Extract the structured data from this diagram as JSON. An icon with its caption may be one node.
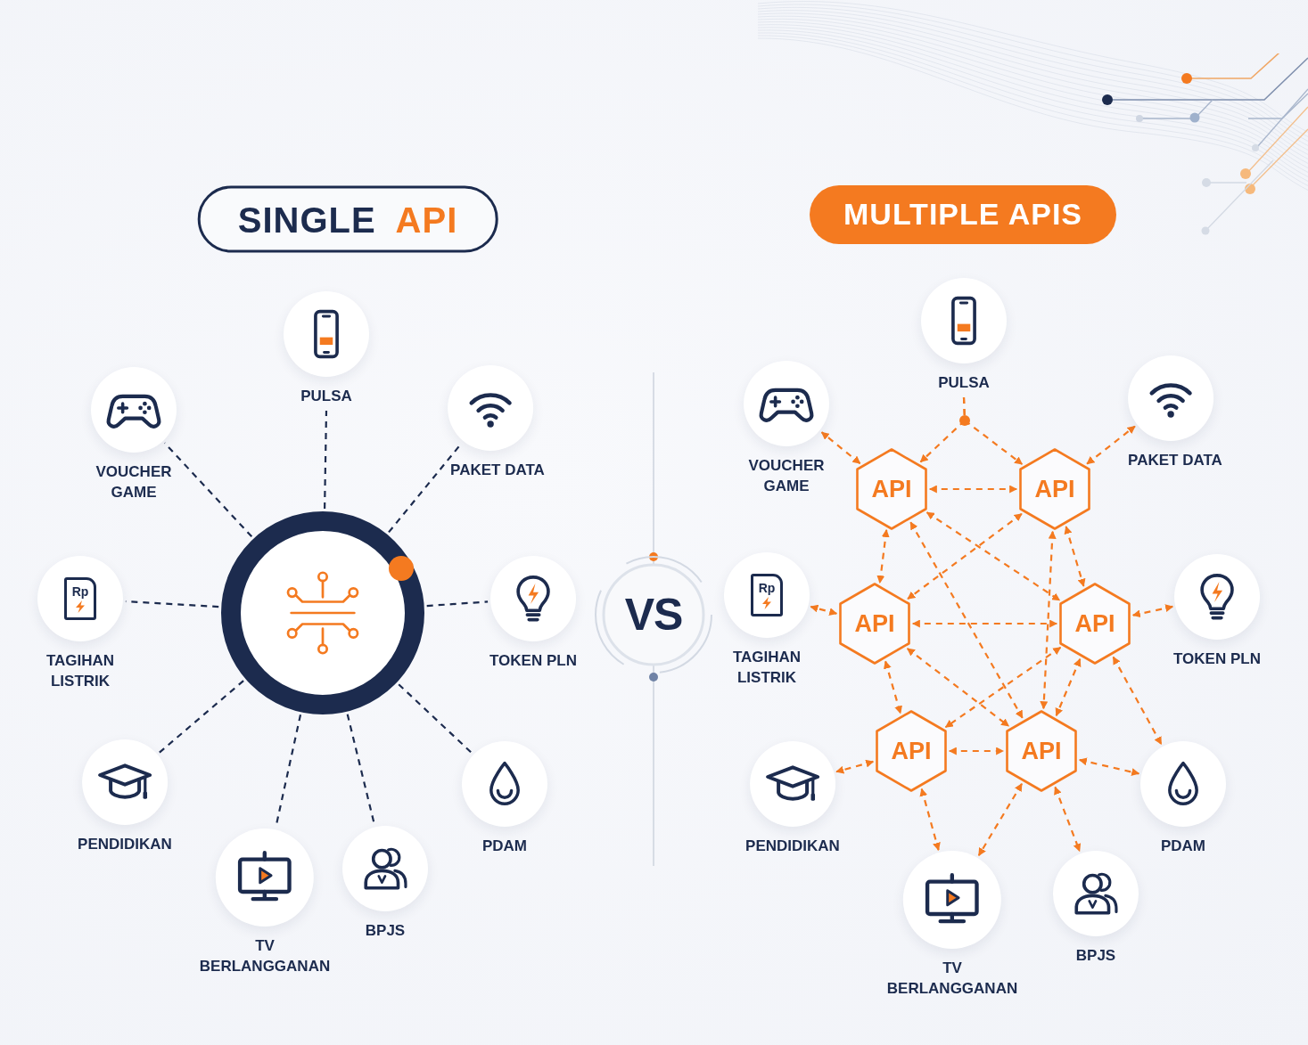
{
  "diagram": {
    "nodes": [
      {
        "text": [
          "SINGLE",
          "API"
        ]
      },
      {
        "text": [
          "PULSA"
        ]
      },
      {
        "text": [
          "VOUCHER GAME"
        ]
      },
      {
        "text": [
          "PAKET DATA"
        ]
      },
      {
        "text": [
          "TAGIHAN LISTRIK"
        ]
      },
      {
        "text": [],
        "shape": "circle"
      },
      {
        "text": [
          "TOKEN PLN"
        ]
      },
      {
        "text": [
          "PENDIDIKAN"
        ]
      },
      {
        "text": [
          "PDAM"
        ]
      },
      {
        "text": [
          "BPJS"
        ]
      },
      {
        "text": [
          "TV BERLANGGANAN"
        ]
      },
      {
        "text": [
          "VS"
        ]
      },
      {
        "text": [
          "MULTIPLE APIS"
        ]
      },
      {
        "text": [
          "PULSA"
        ]
      },
      {
        "text": [
          "VOUCHER GAME"
        ]
      },
      {
        "text": [
          "PAKET DATA"
        ]
      },
      {
        "text": [
          "API"
        ]
      },
      {
        "text": [
          "API"
        ]
      },
      {
        "text": [
          "TAGIHAN LISTRIK"
        ]
      },
      {
        "text": [
          "API"
        ]
      },
      {
        "text": [
          "API"
        ]
      },
      {
        "text": [
          "TOKEN PLN"
        ]
      },
      {
        "text": [
          "API"
        ]
      },
      {
        "text": [
          "API"
        ]
      },
      {
        "text": [
          "PENDIDIKAN"
        ]
      },
      {
        "text": [
          "PDAM"
        ]
      },
      {
        "text": [
          "BPJS"
        ]
      },
      {
        "text": [
          "TV BERLANGGANAN"
        ]
      }
    ],
    "edges": [
      {
        "from": 5,
        "to": 1,
        "arrow": "none",
        "style": "dashed",
        "color": "#1c2b4e"
      },
      {
        "from": 5,
        "to": 2,
        "arrow": "none",
        "style": "dashed",
        "color": "#1c2b4e"
      },
      {
        "from": 5,
        "to": 3,
        "arrow": "none",
        "style": "dashed",
        "color": "#1c2b4e"
      },
      {
        "from": 5,
        "to": 4,
        "arrow": "none",
        "style": "dashed",
        "color": "#1c2b4e"
      },
      {
        "from": 5,
        "to": 6,
        "arrow": "none",
        "style": "dashed",
        "color": "#1c2b4e"
      },
      {
        "from": 5,
        "to": 7,
        "arrow": "none",
        "style": "dashed",
        "color": "#1c2b4e"
      },
      {
        "from": 5,
        "to": 8,
        "arrow": "none",
        "style": "dashed",
        "color": "#1c2b4e"
      },
      {
        "from": 5,
        "to": 9,
        "arrow": "none",
        "style": "dashed",
        "color": "#1c2b4e"
      },
      {
        "from": 5,
        "to": 10,
        "arrow": "none",
        "style": "dashed",
        "color": "#1c2b4e"
      },
      {
        "from": 13,
        "to": 16,
        "arrow": "to",
        "style": "dashed"
      },
      {
        "from": 13,
        "to": 17,
        "arrow": "to",
        "style": "dashed"
      },
      {
        "from": 16,
        "to": 14,
        "arrow": "both",
        "style": "dashed"
      },
      {
        "from": 17,
        "to": 15,
        "arrow": "both",
        "style": "dashed"
      },
      {
        "from": 16,
        "to": 17,
        "arrow": "both",
        "style": "dashed"
      },
      {
        "from": 16,
        "to": 19,
        "arrow": "both",
        "style": "dashed"
      },
      {
        "from": 16,
        "to": 20,
        "arrow": "both",
        "style": "dashed"
      },
      {
        "from": 16,
        "to": 23,
        "arrow": "both",
        "style": "dashed"
      },
      {
        "from": 17,
        "to": 19,
        "arrow": "both",
        "style": "dashed"
      },
      {
        "from": 17,
        "to": 20,
        "arrow": "both",
        "style": "dashed"
      },
      {
        "from": 17,
        "to": 23,
        "arrow": "both",
        "style": "dashed"
      },
      {
        "from": 19,
        "to": 18,
        "arrow": "both",
        "style": "dashed"
      },
      {
        "from": 19,
        "to": 20,
        "arrow": "both",
        "style": "dashed"
      },
      {
        "from": 19,
        "to": 22,
        "arrow": "both",
        "style": "dashed"
      },
      {
        "from": 19,
        "to": 23,
        "arrow": "both",
        "style": "dashed"
      },
      {
        "from": 20,
        "to": 21,
        "arrow": "both",
        "style": "dashed"
      },
      {
        "from": 20,
        "to": 22,
        "arrow": "both",
        "style": "dashed"
      },
      {
        "from": 20,
        "to": 23,
        "arrow": "both",
        "style": "dashed"
      },
      {
        "from": 20,
        "to": 25,
        "arrow": "both",
        "style": "dashed"
      },
      {
        "from": 22,
        "to": 23,
        "arrow": "both",
        "style": "dashed"
      },
      {
        "from": 22,
        "to": 24,
        "arrow": "both",
        "style": "dashed"
      },
      {
        "from": 22,
        "to": 27,
        "arrow": "both",
        "style": "dashed"
      },
      {
        "from": 23,
        "to": 25,
        "arrow": "both",
        "style": "dashed"
      },
      {
        "from": 23,
        "to": 27,
        "arrow": "both",
        "style": "dashed"
      },
      {
        "from": 23,
        "to": 26,
        "arrow": "both",
        "style": "dashed"
      }
    ],
    "labels": [
      "Rp",
      "Rp"
    ]
  }
}
